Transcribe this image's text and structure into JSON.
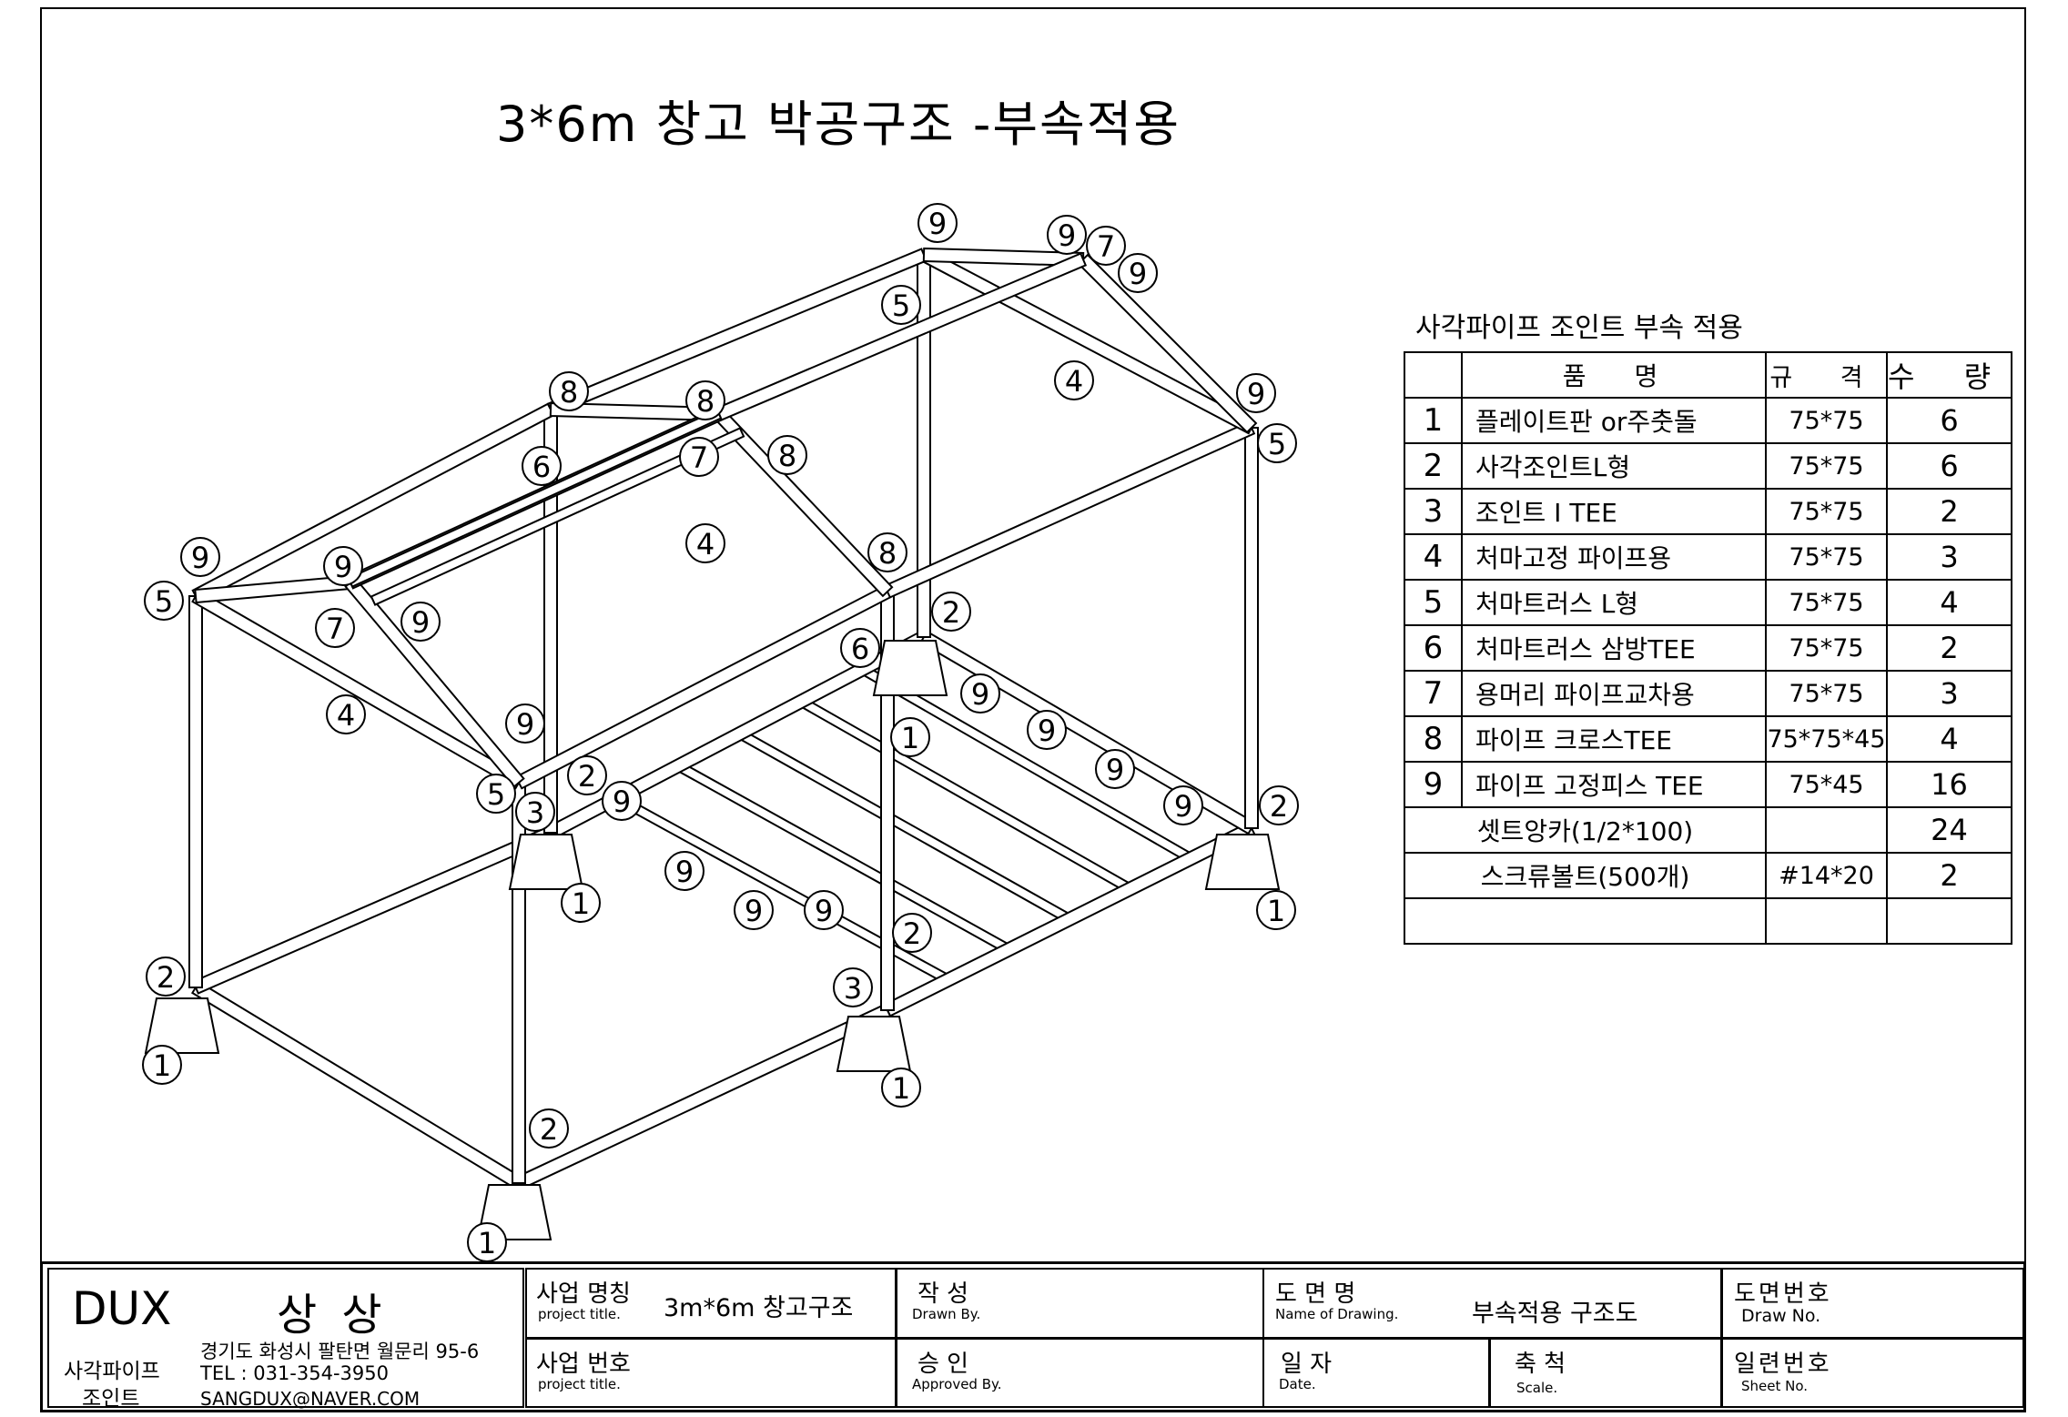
{
  "title": "3*6m  창고 박공구조 -부속적용",
  "parts_table": {
    "heading": "사각파이프 조인트 부속 적용",
    "columns": [
      "",
      "품  명",
      "규 격",
      "수 량"
    ],
    "rows": [
      {
        "no": "1",
        "name": "플레이트판 or주춧돌",
        "spec": "75*75",
        "qty": "6"
      },
      {
        "no": "2",
        "name": "사각조인트L형",
        "spec": "75*75",
        "qty": "6"
      },
      {
        "no": "3",
        "name": "조인트 I TEE",
        "spec": "75*75",
        "qty": "2"
      },
      {
        "no": "4",
        "name": "처마고정 파이프용",
        "spec": "75*75",
        "qty": "3"
      },
      {
        "no": "5",
        "name": "처마트러스 L형",
        "spec": "75*75",
        "qty": "4"
      },
      {
        "no": "6",
        "name": "처마트러스 삼방TEE",
        "spec": "75*75",
        "qty": "2"
      },
      {
        "no": "7",
        "name": "용머리 파이프교차용",
        "spec": "75*75",
        "qty": "3"
      },
      {
        "no": "8",
        "name": "파이프 크로스TEE",
        "spec": "75*75*45",
        "qty": "4"
      },
      {
        "no": "9",
        "name": "파이프 고정피스 TEE",
        "spec": "75*45",
        "qty": "16"
      }
    ],
    "extra_rows": [
      {
        "name": "셋트앙카(1/2*100)",
        "spec": "",
        "qty": "24"
      },
      {
        "name": "스크류볼트(500개)",
        "spec": "#14*20",
        "qty": "2"
      },
      {
        "name": "",
        "spec": "",
        "qty": ""
      }
    ]
  },
  "callouts": [
    "1",
    "2",
    "3",
    "4",
    "5",
    "6",
    "7",
    "8",
    "9"
  ],
  "title_block": {
    "company": "DUX",
    "company_name": "상 상",
    "company_sub_1": "사각파이프",
    "company_sub_2": "조인트",
    "address": "경기도 화성시 팔탄면 월문리 95-6",
    "tel": "TEL : 031-354-3950",
    "email": "SANGDUX@NAVER.COM",
    "project_title_label": "사업 명칭",
    "project_title_sub": "project title.",
    "project_title_value": "3m*6m 창고구조",
    "project_no_label": "사업 번호",
    "project_no_sub": "project title.",
    "drawn_label": "작   성",
    "drawn_sub": "Drawn By.",
    "approved_label": "승   인",
    "approved_sub": "Approved By.",
    "drawing_name_label": "도 면 명",
    "drawing_name_sub": "Name of Drawing.",
    "drawing_name_value": "부속적용 구조도",
    "date_label": "일 자",
    "date_sub": "Date.",
    "scale_label": "축 척",
    "scale_sub": "Scale.",
    "draw_no_label": "도면번호",
    "draw_no_sub": "Draw No.",
    "sheet_no_label": "일련번호",
    "sheet_no_sub": "Sheet No."
  }
}
